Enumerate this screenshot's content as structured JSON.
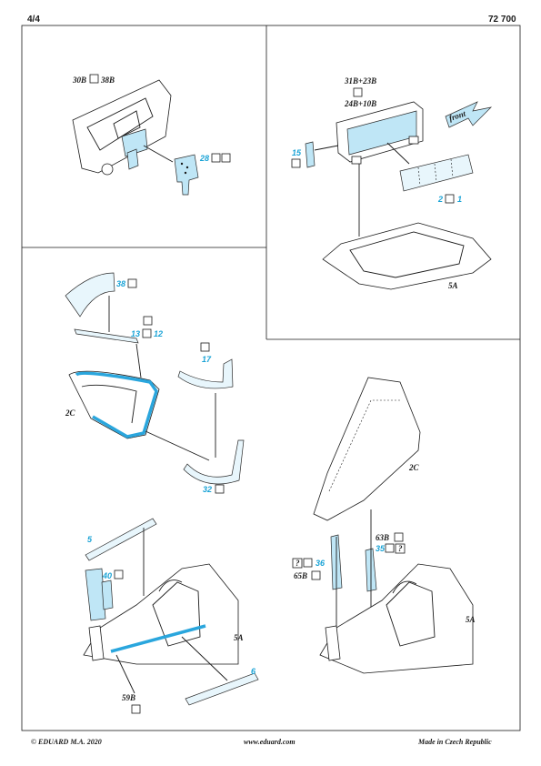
{
  "header": {
    "page": "4/4",
    "kit_number": "72 700"
  },
  "footer": {
    "copyright": "© EDUARD  M.A. 2020",
    "website": "www.eduard.com",
    "origin": "Made in Czech Republic"
  },
  "panel_top_left": {
    "part_label": "30B",
    "part_label_2": "38B",
    "pe_number": "28"
  },
  "panel_top_right": {
    "part_label_line1": "31B+23B",
    "part_label_line2": "24B+10B",
    "front_label": "front",
    "pe_15": "15",
    "pe_2": "2",
    "pe_1": "1",
    "assembly": "5A"
  },
  "panel_middle_left": {
    "pe_38": "38",
    "pe_13": "13",
    "pe_12": "12",
    "pe_17": "17",
    "pe_32": "32",
    "assembly": "2C"
  },
  "panel_bottom_left": {
    "pe_5": "5",
    "pe_40": "40",
    "pe_6": "6",
    "part_59B": "59B",
    "assembly": "5A"
  },
  "panel_bottom_right": {
    "assembly_top": "2C",
    "pe_36": "36",
    "pe_35": "35",
    "part_63B": "63B",
    "part_65B": "65B",
    "unknown": "?",
    "assembly": "5A"
  },
  "colors": {
    "pe_blue": "#2aa6dd",
    "pe_fill": "#bfe6f6",
    "line": "#1a1a1a"
  },
  "icons": [
    "glue-icon",
    "paint-icon",
    "bend-icon"
  ]
}
